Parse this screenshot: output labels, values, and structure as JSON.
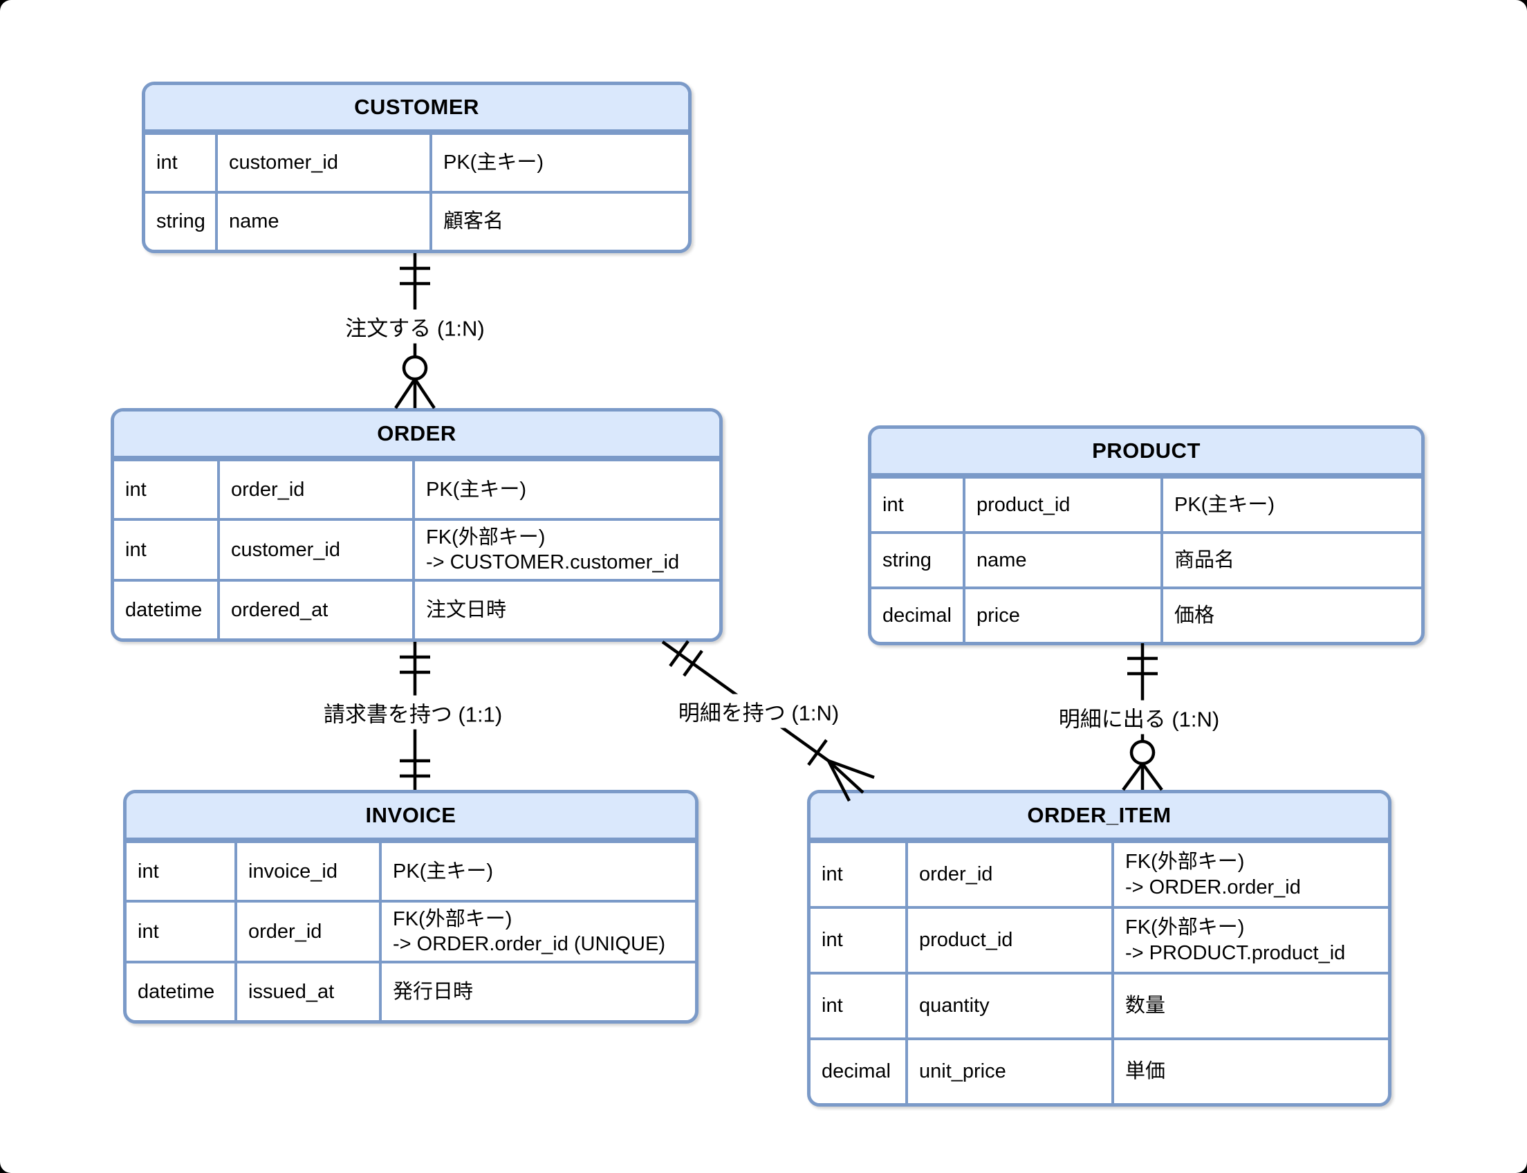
{
  "diagram": {
    "type": "er-diagram",
    "colors": {
      "entity_header_fill": "#dae8fc",
      "entity_border": "#7b9ac8",
      "connector_line": "#000000",
      "canvas_background": "#ffffff"
    },
    "entities": [
      {
        "id": "customer",
        "title": "CUSTOMER",
        "rows": [
          {
            "type": "int",
            "name": "customer_id",
            "comment": "PK(主キー)"
          },
          {
            "type": "string",
            "name": "name",
            "comment": "顧客名"
          }
        ]
      },
      {
        "id": "order",
        "title": "ORDER",
        "rows": [
          {
            "type": "int",
            "name": "order_id",
            "comment": "PK(主キー)"
          },
          {
            "type": "int",
            "name": "customer_id",
            "comment": "FK(外部キー)\n -> CUSTOMER.customer_id"
          },
          {
            "type": "datetime",
            "name": "ordered_at",
            "comment": "注文日時"
          }
        ]
      },
      {
        "id": "product",
        "title": "PRODUCT",
        "rows": [
          {
            "type": "int",
            "name": "product_id",
            "comment": "PK(主キー)"
          },
          {
            "type": "string",
            "name": "name",
            "comment": "商品名"
          },
          {
            "type": "decimal",
            "name": "price",
            "comment": "価格"
          }
        ]
      },
      {
        "id": "invoice",
        "title": "INVOICE",
        "rows": [
          {
            "type": "int",
            "name": "invoice_id",
            "comment": "PK(主キー)"
          },
          {
            "type": "int",
            "name": "order_id",
            "comment": "FK(外部キー)\n -> ORDER.order_id (UNIQUE)"
          },
          {
            "type": "datetime",
            "name": "issued_at",
            "comment": "発行日時"
          }
        ]
      },
      {
        "id": "order_item",
        "title": "ORDER_ITEM",
        "rows": [
          {
            "type": "int",
            "name": "order_id",
            "comment": "FK(外部キー)\n -> ORDER.order_id"
          },
          {
            "type": "int",
            "name": "product_id",
            "comment": "FK(外部キー)\n -> PRODUCT.product_id"
          },
          {
            "type": "int",
            "name": "quantity",
            "comment": "数量"
          },
          {
            "type": "decimal",
            "name": "unit_price",
            "comment": "単価"
          }
        ]
      }
    ],
    "relationships": [
      {
        "id": "customer-order",
        "from": "CUSTOMER",
        "to": "ORDER",
        "label": "注文する (1:N)",
        "cardinality": "1:N",
        "from_end": "exactly-one",
        "to_end": "zero-or-many"
      },
      {
        "id": "order-invoice",
        "from": "ORDER",
        "to": "INVOICE",
        "label": "請求書を持つ (1:1)",
        "cardinality": "1:1",
        "from_end": "exactly-one",
        "to_end": "exactly-one"
      },
      {
        "id": "order-orderitem",
        "from": "ORDER",
        "to": "ORDER_ITEM",
        "label": "明細を持つ (1:N)",
        "cardinality": "1:N",
        "from_end": "exactly-one",
        "to_end": "one-or-many"
      },
      {
        "id": "product-orderitem",
        "from": "PRODUCT",
        "to": "ORDER_ITEM",
        "label": "明細に出る (1:N)",
        "cardinality": "1:N",
        "from_end": "exactly-one",
        "to_end": "zero-or-many"
      }
    ]
  }
}
